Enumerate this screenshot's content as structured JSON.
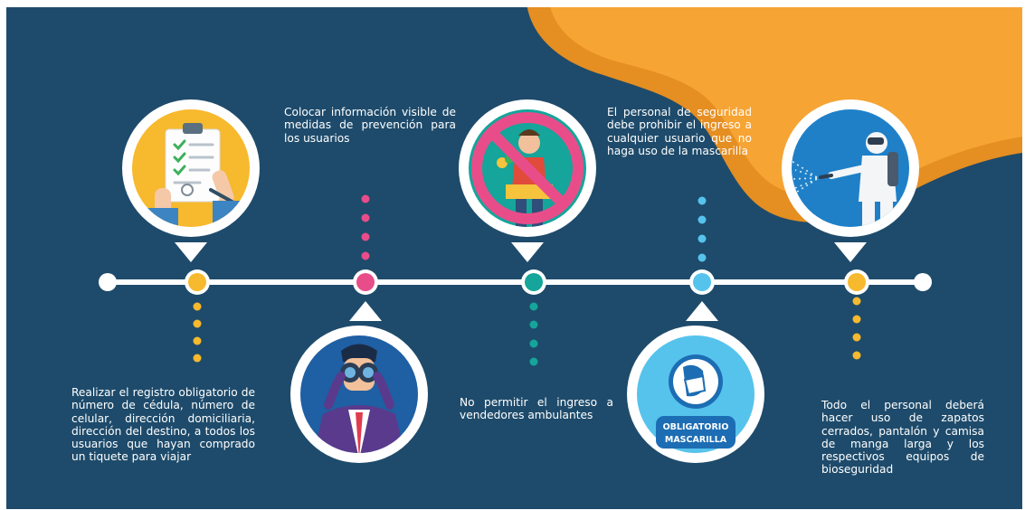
{
  "colors": {
    "background": "#1e4b6b",
    "blob": "#f6a434",
    "blob_shadow": "#e58e22",
    "timeline": "#ffffff",
    "yellow": "#f7b92d",
    "pink": "#e84d8a",
    "teal": "#15a59a",
    "sky": "#56c3ec"
  },
  "steps": [
    {
      "id": "registro",
      "text": "Realizar el registro obligatorio de número de cédula, número de celular, dirección domiciliaria, dirección del destino, a todos los usuarios que hayan comprado un tiquete para viajar",
      "icon": "clipboard-checklist-icon",
      "dot_color": "#f7b92d"
    },
    {
      "id": "informacion",
      "text": "Colocar información visible de medidas de prevención para los usuarios",
      "icon": "binoculars-man-icon",
      "dot_color": "#e84d8a"
    },
    {
      "id": "vendedores",
      "text": "No permitir el ingreso a vendedores ambulantes",
      "icon": "no-street-vendor-icon",
      "dot_color": "#15a59a"
    },
    {
      "id": "mascarilla",
      "text": "El personal de seguridad debe prohibir el ingreso a cualquier usuario que no haga uso de la mascarilla",
      "icon": "mask-required-icon",
      "dot_color": "#56c3ec",
      "badge_line1": "OBLIGATORIO",
      "badge_line2": "MASCARILLA"
    },
    {
      "id": "bioseguridad",
      "text": "Todo el personal deberá hacer uso de zapatos cerrados, pantalón y camisa de manga larga y los respectivos equipos de bioseguridad",
      "icon": "disinfection-sprayer-icon",
      "dot_color": "#f7b92d"
    }
  ]
}
